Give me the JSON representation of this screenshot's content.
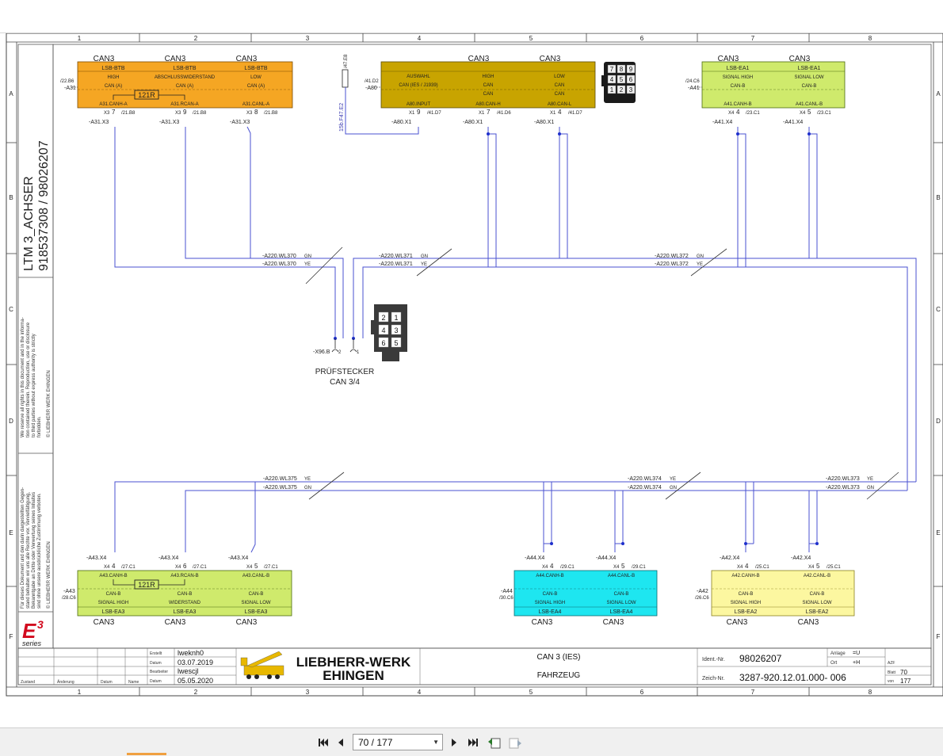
{
  "project": {
    "model": "LTM 3_ACHSER",
    "numbers": "918537308 / 98026207"
  },
  "notices": {
    "en": [
      "We reserve all rights in this document and in the informa-",
      "tion contained therein. Reproduction, use or disclosure",
      "to third parties without express authority is strictly",
      "forbidden.",
      "© LIEBHERR WERK EHINGEN"
    ],
    "de": [
      "Für dieses Dokument und den darin dargestellten Gegen-",
      "stand behalten wir uns alle Rechte vor. Vervielfältigung,",
      "Bekanntgabe an Dritte oder Verwertung seines Inhaltes",
      "sind ohne unsere ausdrückliche Zustimmung verboten.",
      "© LIEBHERR WERK EHINGEN"
    ]
  },
  "grid": {
    "cols": [
      "1",
      "2",
      "3",
      "4",
      "5",
      "6",
      "7",
      "8"
    ],
    "rows": [
      "A",
      "B",
      "C",
      "D",
      "E",
      "F"
    ]
  },
  "modules": {
    "a31": {
      "id": "-A31",
      "ref": "/22.B6",
      "top": [
        "CAN3",
        "CAN3",
        "CAN3"
      ],
      "sub": [
        "LSB-BTB",
        "LSB-BTB",
        "LSB-BTB"
      ],
      "sig": [
        "HIGH",
        "ABSCHLUSSWIDERSTAND",
        "LOW"
      ],
      "can": [
        "CAN (A)",
        "CAN (A)",
        "CAN (A)"
      ],
      "pins": [
        "A31.CANH-A",
        "A31.RCAN-A",
        "A31.CANL-A"
      ],
      "resistor": "121R",
      "x3": [
        "X3",
        "X3",
        "X3"
      ],
      "pinnums": [
        "7",
        "9",
        "8"
      ],
      "xrefs": [
        "/21.B8",
        "/21.B8",
        "/21.B8"
      ],
      "wire": [
        "-A31.X3",
        "-A31.X3",
        "-A31.X3"
      ]
    },
    "a80": {
      "id": "-A80",
      "ref": "/41.D2",
      "top": [
        "CAN3",
        "CAN3"
      ],
      "sig": [
        "AUSWAHL",
        "HIGH",
        "LOW"
      ],
      "can1": [
        "CAN (IES / J1939)",
        "CAN",
        "CAN"
      ],
      "can2": [
        "CAN",
        "CAN"
      ],
      "pins": [
        "A80.INPUT",
        "A80.CAN-H",
        "A80.CAN-L"
      ],
      "x1": [
        "X1",
        "X1",
        "X1"
      ],
      "pinnums": [
        "9",
        "7",
        "4"
      ],
      "xrefs": [
        "/41.D7",
        "/41.D6",
        "/41.D7"
      ],
      "wire": [
        "-A80.X1",
        "-A80.X1",
        "-A80.X1"
      ],
      "fuse": "/47.E8",
      "fuse_wire": "15b.F47.E2"
    },
    "a41": {
      "id": "-A41",
      "ref": "/24.C6",
      "top": [
        "CAN3",
        "CAN3"
      ],
      "sub": [
        "LSB-EA1",
        "LSB-EA1"
      ],
      "sig": [
        "SIGNAL HIGH",
        "SIGNAL LOW"
      ],
      "can": [
        "CAN-B",
        "CAN-B"
      ],
      "pins": [
        "A41.CANH-B",
        "A41.CANL-B"
      ],
      "x4": [
        "X4",
        "X4"
      ],
      "pinnums": [
        "4",
        "5"
      ],
      "xrefs": [
        "/23.C1",
        "/23.C1"
      ],
      "wire": [
        "-A41.X4",
        "-A41.X4"
      ]
    },
    "a43": {
      "id": "-A43",
      "ref": "/28.C6",
      "bottom": [
        "CAN3",
        "CAN3",
        "CAN3"
      ],
      "sub": [
        "LSB-EA3",
        "LSB-EA3",
        "LSB-EA3"
      ],
      "sig": [
        "SIGNAL HIGH",
        "WIDERSTAND",
        "SIGNAL LOW"
      ],
      "can": [
        "CAN-B",
        "CAN-B",
        "CAN-B"
      ],
      "pins": [
        "A43.CANH-B",
        "A43.RCAN-B",
        "A43.CANL-B"
      ],
      "resistor": "121R",
      "x4": [
        "X4",
        "X4",
        "X4"
      ],
      "pinnums": [
        "4",
        "6",
        "5"
      ],
      "xrefs": [
        "/27.C1",
        "/27.C1",
        "/27.C1"
      ],
      "wire": [
        "-A43.X4",
        "-A43.X4",
        "-A43.X4"
      ]
    },
    "a44": {
      "id": "-A44",
      "ref": "/30.C6",
      "bottom": [
        "CAN3",
        "CAN3"
      ],
      "sub": [
        "LSB-EA4",
        "LSB-EA4"
      ],
      "sig": [
        "SIGNAL HIGH",
        "SIGNAL LOW"
      ],
      "can": [
        "CAN-B",
        "CAN-B"
      ],
      "pins": [
        "A44.CANH-B",
        "A44.CANL-B"
      ],
      "x4": [
        "X4",
        "X4"
      ],
      "pinnums": [
        "4",
        "5"
      ],
      "xrefs": [
        "/29.C1",
        "/29.C1"
      ],
      "wire": [
        "-A44.X4",
        "-A44.X4"
      ]
    },
    "a42": {
      "id": "-A42",
      "ref": "/26.C6",
      "bottom": [
        "CAN3",
        "CAN3"
      ],
      "sub": [
        "LSB-EA2",
        "LSB-EA2"
      ],
      "sig": [
        "SIGNAL HIGH",
        "SIGNAL LOW"
      ],
      "can": [
        "CAN-B",
        "CAN-B"
      ],
      "pins": [
        "A42.CANH-B",
        "A42.CANL-B"
      ],
      "x4": [
        "X4",
        "X4"
      ],
      "pinnums": [
        "4",
        "5"
      ],
      "xrefs": [
        "/25.C1",
        "/25.C1"
      ],
      "wire": [
        "-A42.X4",
        "-A42.X4"
      ]
    }
  },
  "wires": {
    "wl370": [
      "-A220.WL370",
      "GN",
      "-A220.WL370",
      "YE"
    ],
    "wl371": [
      "-A220.WL371",
      "GN",
      "-A220.WL371",
      "YE"
    ],
    "wl372": [
      "-A220.WL372",
      "GN",
      "-A220.WL372",
      "YE"
    ],
    "wl375": [
      "-A220.WL375",
      "YE",
      "-A220.WL375",
      "GN"
    ],
    "wl374": [
      "-A220.WL374",
      "YE",
      "-A220.WL374",
      "GN"
    ],
    "wl373": [
      "-A220.WL373",
      "YE",
      "-A220.WL373",
      "GN"
    ]
  },
  "test_plug": {
    "wire": "-X96.B",
    "pins": [
      "2",
      "1"
    ],
    "label1": "PRÜFSTECKER",
    "label2": "CAN 3/4",
    "connector": [
      "2",
      "1",
      "4",
      "3",
      "6",
      "5"
    ]
  },
  "a80_connector": [
    "7",
    "8",
    "9",
    "4",
    "5",
    "6",
    "1",
    "2",
    "3"
  ],
  "title_block": {
    "rev_headers": [
      "Zustand",
      "Änderung",
      "Datum",
      "Name"
    ],
    "erstellt": "Erstellt",
    "erstellt_val": "lweknh0",
    "datum1": "Datum",
    "datum1_val": "03.07.2019",
    "bearbeiter": "Bearbeiter",
    "bearbeiter_val": "lwescjl",
    "datum2": "Datum",
    "datum2_val": "05.05.2020",
    "company1": "LIEBHERR-WERK",
    "company2": "EHINGEN",
    "title1": "CAN 3 (IES)",
    "title2": "FAHRZEUG",
    "ident_label": "Ident.-Nr.",
    "ident_val": "98026207",
    "zeich_label": "Zeich-Nr.",
    "zeich_val": "3287-920.12.01.000- 006",
    "anlage_label": "Anlage",
    "anlage_val": "=U",
    "ort_label": "Ort",
    "ort_val": "+H",
    "azf": "AZF",
    "blatt_label": "Blatt",
    "blatt_val": "70",
    "von_label": "von",
    "von_val": "177",
    "e3": "E",
    "e3_sup": "3",
    "series": "series"
  },
  "viewer": {
    "page": "70 / 177"
  },
  "colors": {
    "orange": "#f5a623",
    "olive": "#c8a400",
    "lime": "#cfea6c",
    "cyan": "#1ee6f0",
    "yellow": "#fcf7a0",
    "wire": "#4a52d0",
    "dot": "#1e2fcc",
    "e3red": "#d20a1e"
  }
}
